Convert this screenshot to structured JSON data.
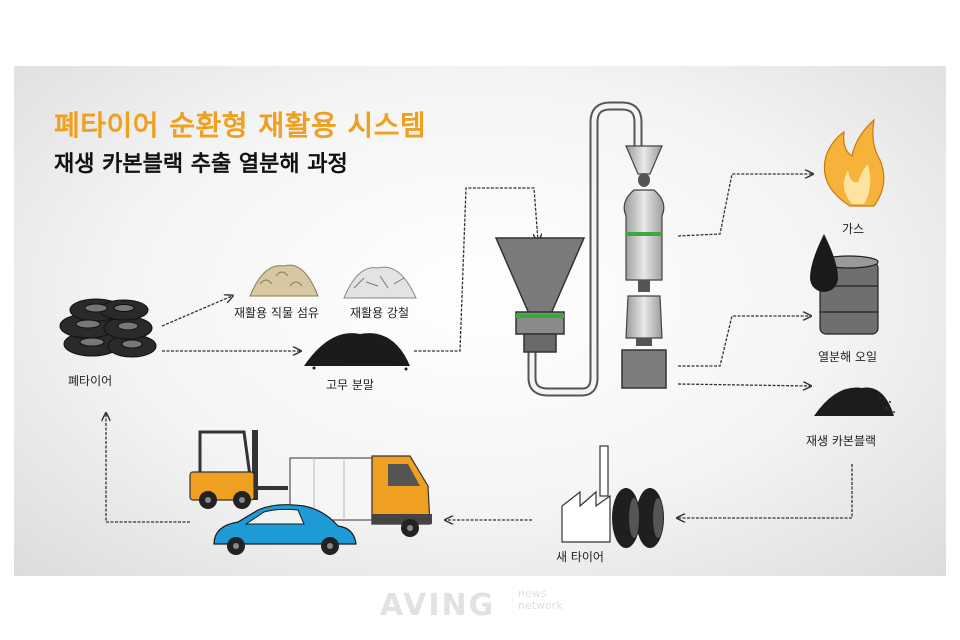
{
  "title": "폐타이어 순환형 재활용 시스템",
  "subtitle": "재생 카본블랙 추출 열분해 과정",
  "labels": {
    "waste_tire": "폐타이어",
    "fiber": "재활용 직물 섬유",
    "steel": "재활용 강철",
    "rubber_powder": "고무 분말",
    "gas": "가스",
    "pyrolysis_oil": "열분해 오일",
    "carbon_black": "재생 카본블랙",
    "new_tire": "새 타이어"
  },
  "watermark": {
    "main": "AVING",
    "sub_top": "news",
    "sub_bottom": "network"
  },
  "colors": {
    "accent": "#f0a020",
    "reactor_band": "#3aa83a",
    "car": "#1e9bd7",
    "truck_cab": "#f0a020"
  }
}
